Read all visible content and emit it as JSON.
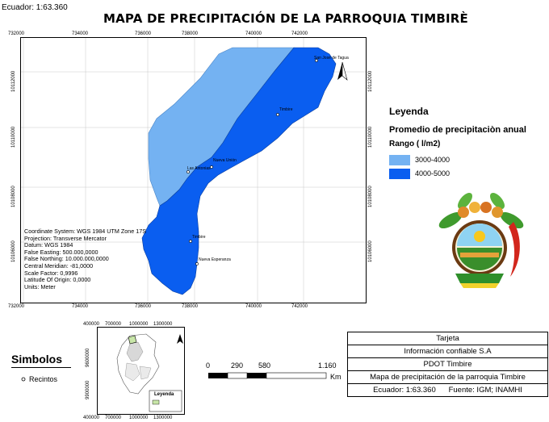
{
  "header": {
    "scale_text": "Ecuador: 1:63.360",
    "title": "MAPA DE PRECIPITACIÓN DE LA PARROQUIA TIMBIRÈ"
  },
  "map": {
    "x_ticks_top": [
      "732000",
      "734000",
      "736000",
      "738000",
      "740000",
      "742000"
    ],
    "x_ticks_bottom": [
      "732000",
      "734000",
      "736000",
      "738000",
      "740000",
      "742000"
    ],
    "y_ticks_left": [
      "10112000",
      "10110000",
      "10108000",
      "10106000"
    ],
    "y_ticks_right": [
      "10112000",
      "10110000",
      "10108000",
      "10106000"
    ],
    "places": [
      "San José de Tagua",
      "Timbire",
      "Nueva Unión",
      "Las Antonias",
      "Timbire",
      "Nueva Esperanza"
    ],
    "colors": {
      "light": "#74b2f2",
      "dark": "#0a5ef0"
    },
    "coord_info": [
      "Coordinate System: WGS 1984 UTM Zone 17S",
      "Projection: Transverse Mercator",
      "Datum: WGS 1984",
      "False Easting: 500.000,0000",
      "False Northing: 10.000.000,0000",
      "Central Meridian: -81,0000",
      "Scale Factor: 0,9996",
      "Latitude Of Origin: 0,0000",
      "Units: Meter"
    ]
  },
  "legend": {
    "title": "Leyenda",
    "subtitle": "Promedio de precipitaciòn anual",
    "range_label": "Rango ( l/m2)",
    "items": [
      {
        "label": "3000-4000",
        "color": "#74b2f2"
      },
      {
        "label": "4000-5000",
        "color": "#0a5ef0"
      }
    ]
  },
  "symbols": {
    "title": "Simbolos",
    "recintos": "Recintos"
  },
  "inset": {
    "x_ticks": [
      "400000",
      "700000",
      "1000000",
      "1300000"
    ],
    "y_ticks": [
      "9900000",
      "9600000"
    ],
    "legend_title": "Leyenda"
  },
  "scalebar": {
    "labels": [
      "0",
      "290",
      "580",
      "1.160"
    ],
    "unit": "Km"
  },
  "card": {
    "rows": [
      "Tarjeta",
      "Información confiable S.A",
      "PDOT Timbire",
      "Mapa de precipitación de la parroquia Timbire",
      "Ecuador: 1:63.360      Fuente: IGM; INAMHI"
    ]
  }
}
